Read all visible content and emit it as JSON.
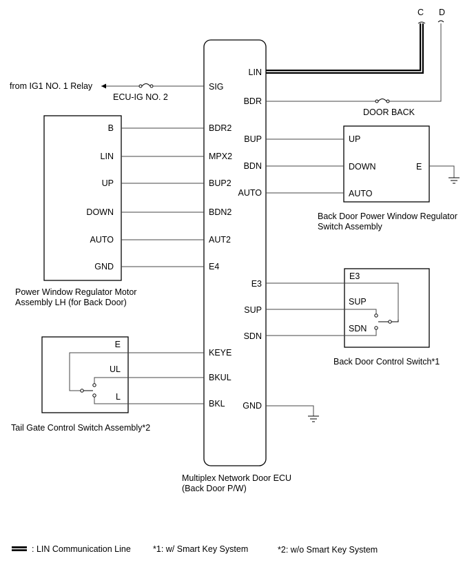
{
  "connectors": {
    "c": "C",
    "d": "D"
  },
  "feed": {
    "source": "from IG1 NO. 1 Relay",
    "fuse_ecu_ig": "ECU-IG NO. 2",
    "fuse_door_back": "DOOR BACK"
  },
  "ecu": {
    "name_line1": "Multiplex Network Door ECU",
    "name_line2": "(Back Door P/W)",
    "pins_right": {
      "lin": "LIN",
      "bdr": "BDR",
      "bup": "BUP",
      "bdn": "BDN",
      "auto": "AUTO",
      "e3": "E3",
      "sup": "SUP",
      "sdn": "SDN",
      "gnd": "GND"
    },
    "pins_left": {
      "sig": "SIG",
      "bdr2": "BDR2",
      "mpx2": "MPX2",
      "bup2": "BUP2",
      "bdn2": "BDN2",
      "aut2": "AUT2",
      "e4": "E4",
      "keye": "KEYE",
      "bkul": "BKUL",
      "bkl": "BKL"
    }
  },
  "motor_assembly": {
    "name_line1": "Power Window Regulator Motor",
    "name_line2": "Assembly LH (for Back Door)",
    "pins": {
      "b": "B",
      "lin": "LIN",
      "up": "UP",
      "down": "DOWN",
      "auto": "AUTO",
      "gnd": "GND"
    }
  },
  "back_door_pw_switch": {
    "name_line1": "Back Door Power Window Regulator",
    "name_line2": "Switch Assembly",
    "pins": {
      "up": "UP",
      "down": "DOWN",
      "auto": "AUTO",
      "e": "E"
    }
  },
  "back_door_control_switch": {
    "name": "Back Door Control Switch*1",
    "pins": {
      "e3": "E3",
      "sup": "SUP",
      "sdn": "SDN"
    }
  },
  "tail_gate_switch": {
    "name": "Tail Gate Control Switch Assembly*2",
    "pins": {
      "e": "E",
      "ul": "UL",
      "l": "L"
    }
  },
  "legend": {
    "lin_line": ": LIN Communication Line",
    "note1": "*1: w/ Smart Key System",
    "note2": "*2: w/o Smart Key System"
  }
}
